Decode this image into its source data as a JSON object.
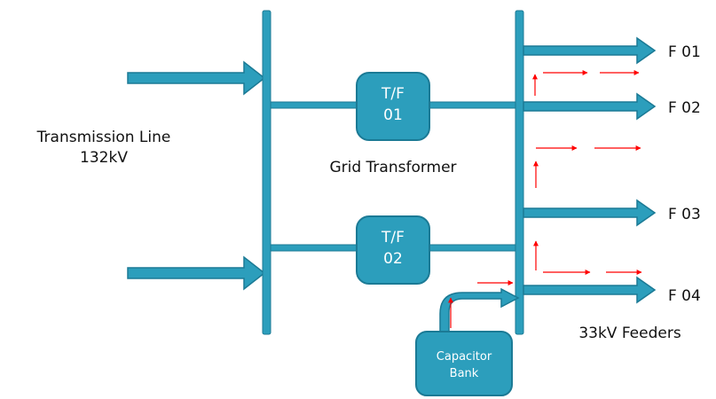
{
  "transmission_line": {
    "line1": "Transmission Line",
    "line2": "132kV"
  },
  "grid_transformer_label": "Grid Transformer",
  "transformers": [
    {
      "line1": "T/F",
      "line2": "01"
    },
    {
      "line1": "T/F",
      "line2": "02"
    }
  ],
  "capacitor_bank": {
    "line1": "Capacitor",
    "line2": "Bank"
  },
  "feeders": [
    "F 01",
    "F 02",
    "F 03",
    "F 04"
  ],
  "feeders_label": "33kV Feeders",
  "colors": {
    "teal_fill": "#2c9ebc",
    "teal_edge": "#1b7a95",
    "current_arrow": "#ff0000",
    "text": "#111111"
  }
}
